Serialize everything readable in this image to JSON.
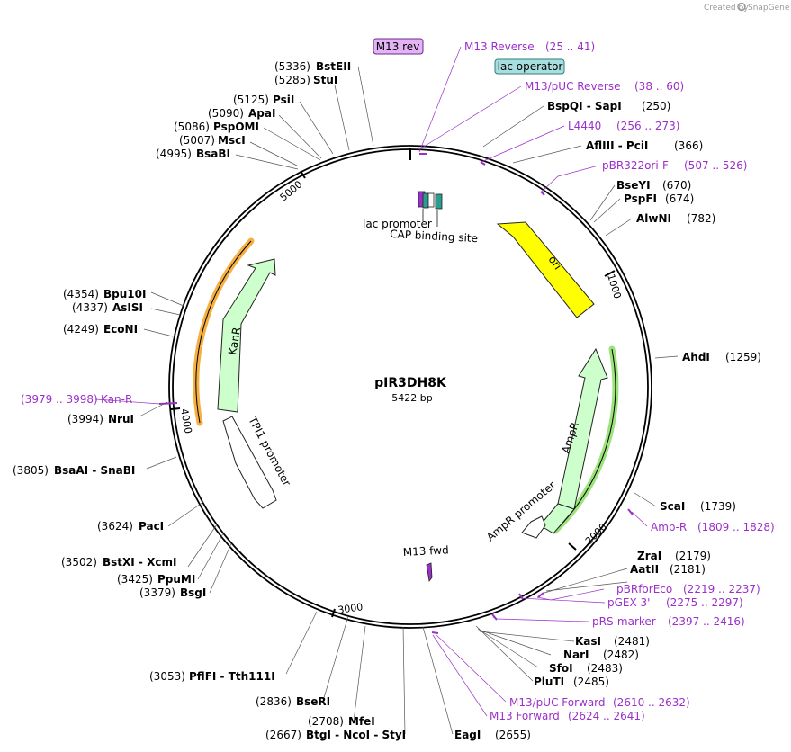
{
  "credit": {
    "prefix": "Created by",
    "brand": "SnapGene"
  },
  "plasmid": {
    "name": "pIR3DH8K",
    "size": "5422 bp"
  },
  "ticks": [
    "1000",
    "2000",
    "3000",
    "4000",
    "5000"
  ],
  "features": {
    "ori": "ori",
    "ampr": "AmpR",
    "ampr_promoter": "AmpR promoter",
    "kanr": "KanR",
    "tpi1_promoter": "TPI1 promoter",
    "lac_promoter": "lac promoter",
    "cap_site": "CAP binding site",
    "m13_fwd": "M13 fwd",
    "m13_rev_box": "M13 rev",
    "lac_operator_box": "lac operator"
  },
  "labels": [
    {
      "id": "bsteii",
      "pos": "(5336)",
      "name": "BstEII"
    },
    {
      "id": "stui",
      "pos": "(5285)",
      "name": "StuI"
    },
    {
      "id": "psii",
      "pos": "(5125)",
      "name": "PsiI"
    },
    {
      "id": "apai",
      "pos": "(5090)",
      "name": "ApaI"
    },
    {
      "id": "pspomi",
      "pos": "(5086)",
      "name": "PspOMI"
    },
    {
      "id": "msci",
      "pos": "(5007)",
      "name": "MscI"
    },
    {
      "id": "bsabi",
      "pos": "(4995)",
      "name": "BsaBI"
    },
    {
      "id": "bpu10i",
      "pos": "(4354)",
      "name": "Bpu10I"
    },
    {
      "id": "aslsi",
      "pos": "(4337)",
      "name": "AsISI"
    },
    {
      "id": "econi",
      "pos": "(4249)",
      "name": "EcoNI"
    },
    {
      "id": "kanr-primer",
      "pos": "(3979 .. 3998)",
      "name": "Kan-R",
      "primer": true
    },
    {
      "id": "nrui",
      "pos": "(3994)",
      "name": "NruI"
    },
    {
      "id": "bsaai",
      "pos": "(3805)",
      "name": "BsaAI  -  SnaBI"
    },
    {
      "id": "paci",
      "pos": "(3624)",
      "name": "PacI"
    },
    {
      "id": "bstxi",
      "pos": "(3502)",
      "name": "BstXI  -  XcmI"
    },
    {
      "id": "ppumi",
      "pos": "(3425)",
      "name": "PpuMI"
    },
    {
      "id": "bsgi",
      "pos": "(3379)",
      "name": "BsgI"
    },
    {
      "id": "pflfi",
      "pos": "(3053)",
      "name": "PflFI  -  Tth111I"
    },
    {
      "id": "bseri",
      "pos": "(2836)",
      "name": "BseRI"
    },
    {
      "id": "mfei",
      "pos": "(2708)",
      "name": "MfeI"
    },
    {
      "id": "btgi",
      "pos": "(2667)",
      "name": "BtgI  -  NcoI  -  StyI"
    },
    {
      "id": "eagi",
      "name": "EagI",
      "pos": "(2655)",
      "right": true
    },
    {
      "id": "m13fwd-primer",
      "name": "M13 Forward",
      "pos": "(2624 .. 2641)",
      "right": true,
      "primer": true
    },
    {
      "id": "m13puc-fwd",
      "name": "M13/pUC Forward",
      "pos": "(2610 .. 2632)",
      "right": true,
      "primer": true
    },
    {
      "id": "pluti",
      "name": "PluTI",
      "pos": "(2485)",
      "right": true
    },
    {
      "id": "sfoi",
      "name": "SfoI",
      "pos": "(2483)",
      "right": true
    },
    {
      "id": "nari",
      "name": "NarI",
      "pos": "(2482)",
      "right": true
    },
    {
      "id": "kasi",
      "name": "KasI",
      "pos": "(2481)",
      "right": true
    },
    {
      "id": "prs-marker",
      "name": "pRS-marker",
      "pos": "(2397 .. 2416)",
      "right": true,
      "primer": true
    },
    {
      "id": "pgex3",
      "name": "pGEX 3'",
      "pos": "(2275 .. 2297)",
      "right": true,
      "primer": true
    },
    {
      "id": "pbrforeco",
      "name": "pBRforEco",
      "pos": "(2219 .. 2237)",
      "right": true,
      "primer": true
    },
    {
      "id": "aatii",
      "name": "AatII",
      "pos": "(2181)",
      "right": true
    },
    {
      "id": "zrai",
      "name": "ZraI",
      "pos": "(2179)",
      "right": true
    },
    {
      "id": "amp-r",
      "name": "Amp-R",
      "pos": "(1809 .. 1828)",
      "right": true,
      "primer": true
    },
    {
      "id": "scai",
      "name": "ScaI",
      "pos": "(1739)",
      "right": true
    },
    {
      "id": "ahdi",
      "name": "AhdI",
      "pos": "(1259)",
      "right": true
    },
    {
      "id": "alwni",
      "name": "AlwNI",
      "pos": "(782)",
      "right": true
    },
    {
      "id": "pspfi",
      "name": "PspFI",
      "pos": "(674)",
      "right": true
    },
    {
      "id": "bseyi",
      "name": "BseYI",
      "pos": "(670)",
      "right": true
    },
    {
      "id": "pbr322ori",
      "name": "pBR322ori-F",
      "pos": "(507 .. 526)",
      "right": true,
      "primer": true
    },
    {
      "id": "afliii",
      "name": "AflIII  -  PciI",
      "pos": "(366)",
      "right": true
    },
    {
      "id": "l4440",
      "name": "L4440",
      "pos": "(256 .. 273)",
      "right": true,
      "primer": true
    },
    {
      "id": "bspqi",
      "name": "BspQI  -  SapI",
      "pos": "(250)",
      "right": true
    },
    {
      "id": "m13puc-rev",
      "name": "M13/pUC Reverse",
      "pos": "(38 .. 60)",
      "right": true,
      "primer": true
    },
    {
      "id": "m13-reverse",
      "name": "M13 Reverse",
      "pos": "(25 .. 41)",
      "right": true,
      "primer": true
    }
  ],
  "colors": {
    "primer": "#9b30c8",
    "ori": "#ffff00",
    "resistance": "#ccffcc",
    "promoter": "#ffffff",
    "highlight": "#f5b041",
    "highlight_green": "#9be37a"
  }
}
